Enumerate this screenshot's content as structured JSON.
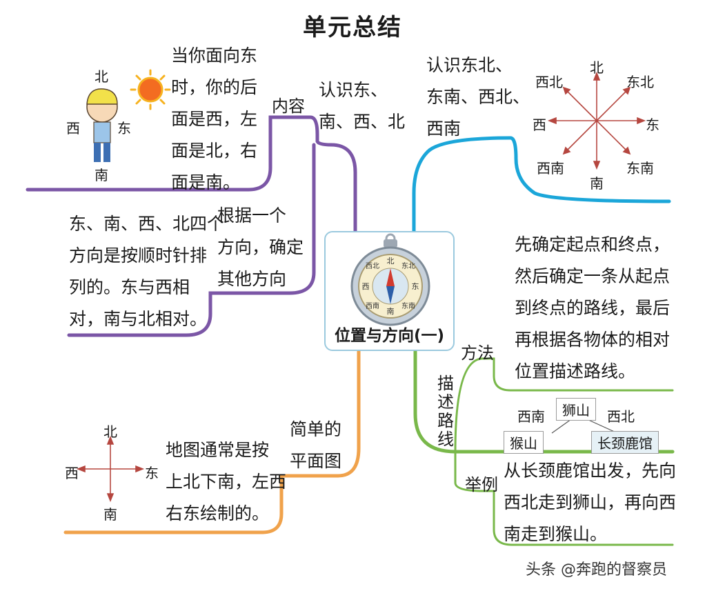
{
  "title": "单元总结",
  "center": {
    "label": "位置与方向(一)",
    "compass_letters": [
      "北",
      "东北",
      "东",
      "东南",
      "南",
      "西南",
      "西",
      "西北"
    ]
  },
  "content_branch": {
    "label": "内容",
    "topic1": {
      "label_lines": [
        "认识东、",
        "南、西、北"
      ],
      "text_lines": [
        "当你面向东",
        "时，你的后",
        "面是西，左",
        "面是北，右",
        "面是南。"
      ],
      "figure_dirs": {
        "n": "北",
        "w": "西",
        "e": "东",
        "s": "南"
      }
    },
    "topic2": {
      "label_lines": [
        "根据一个",
        "方向，确定",
        "其他方向"
      ],
      "text_lines": [
        "东、南、西、北四个",
        "方向是按顺时针排",
        "列的。东与西相",
        "对，南与北相对。"
      ]
    }
  },
  "eight_dir_branch": {
    "label_lines": [
      "认识东北、",
      "东南、西北、",
      "西南"
    ],
    "dirs": {
      "n": "北",
      "ne": "东北",
      "e": "东",
      "se": "东南",
      "s": "南",
      "sw": "西南",
      "w": "西",
      "nw": "西北"
    }
  },
  "map_branch": {
    "label_lines": [
      "简单的",
      "平面图"
    ],
    "text_lines": [
      "地图通常是按",
      "上北下南，左西",
      "右东绘制的。"
    ],
    "dirs": {
      "n": "北",
      "w": "西",
      "e": "东",
      "s": "南"
    }
  },
  "route_branch": {
    "label": "描述路线",
    "method": {
      "label": "方法",
      "text_lines": [
        "先确定起点和终点，",
        "然后确定一条从起点",
        "到终点的路线，最后",
        "再根据各物体的相对",
        "位置描述路线。"
      ]
    },
    "example": {
      "label": "举例",
      "text_lines": [
        "从长颈鹿馆出发，先向",
        "西北走到狮山，再向西",
        "南走到猴山。"
      ],
      "places": {
        "lion": "狮山",
        "monkey": "猴山",
        "giraffe": "长颈鹿馆"
      },
      "dir_sw": "西南",
      "dir_nw": "西北"
    }
  },
  "footer": "头条 @奔跑的督察员",
  "colors": {
    "purple": "#7b56a6",
    "blue": "#1ba6d9",
    "orange": "#f0a24b",
    "green": "#79b84a",
    "red": "#b5463f"
  }
}
